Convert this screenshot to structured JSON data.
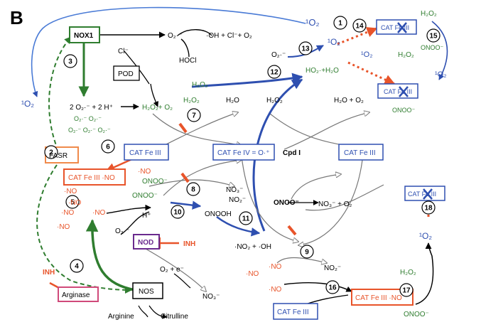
{
  "panel_letter": "B",
  "species": {
    "singlet_o2": "¹O₂",
    "superoxide": "O₂·⁻",
    "superoxide_cluster_1": "O₂·⁻   O₂·⁻",
    "superoxide_cluster_2": "O₂·⁻   O₂·⁻  O₂·⁻",
    "chloride": "Cl⁻",
    "hocl": "HOCl",
    "h2o2": "H₂O₂",
    "h2o": "H₂O",
    "ho2_h2o": "HO₂·+H₂O",
    "onoo": "ONOO⁻",
    "onooh": "ONOOH",
    "no": "·NO",
    "no2": "NO₂⁻",
    "no3": "NO₃⁻",
    "h_plus": "H⁺",
    "arginine": "Arginine",
    "citrulline": "Citrulline"
  },
  "reactions": {
    "oh_cl_o2": "·OH + Cl⁻+ O₂",
    "dismutation": "2 O₂·⁻ + 2 H⁺",
    "h2o2_o2": "H₂O₂+ O₂",
    "h2o_o2": "H₂O + O₂",
    "no3_o2": "NO₃⁻ + O₂",
    "no2_oh": "·NO₂ + ·OH",
    "o2_e": "O₂ + e⁻"
  },
  "enzymes": {
    "nox1": "NOX1",
    "pod": "POD",
    "fasr": "FASR",
    "cat_fe3": "CAT Fe III",
    "cat_fe4": "CAT Fe IV = O·⁺",
    "cpd_i": "Cpd I",
    "cat_fe_no": "CAT Fe III ·NO",
    "nod": "NOD",
    "arginase": "Arginase",
    "nos": "NOS"
  },
  "inhibitors": {
    "inh": "INH"
  },
  "steps": [
    "1",
    "2",
    "3",
    "4",
    "5",
    "6",
    "7",
    "8",
    "9",
    "10",
    "11",
    "12",
    "13",
    "14",
    "15",
    "16",
    "17",
    "18"
  ],
  "colors": {
    "blue": "#2e4fb0",
    "green": "#2f7d2f",
    "red_orange": "#e8542a",
    "purple": "#6a2a8e",
    "pink": "#d04a7a"
  }
}
